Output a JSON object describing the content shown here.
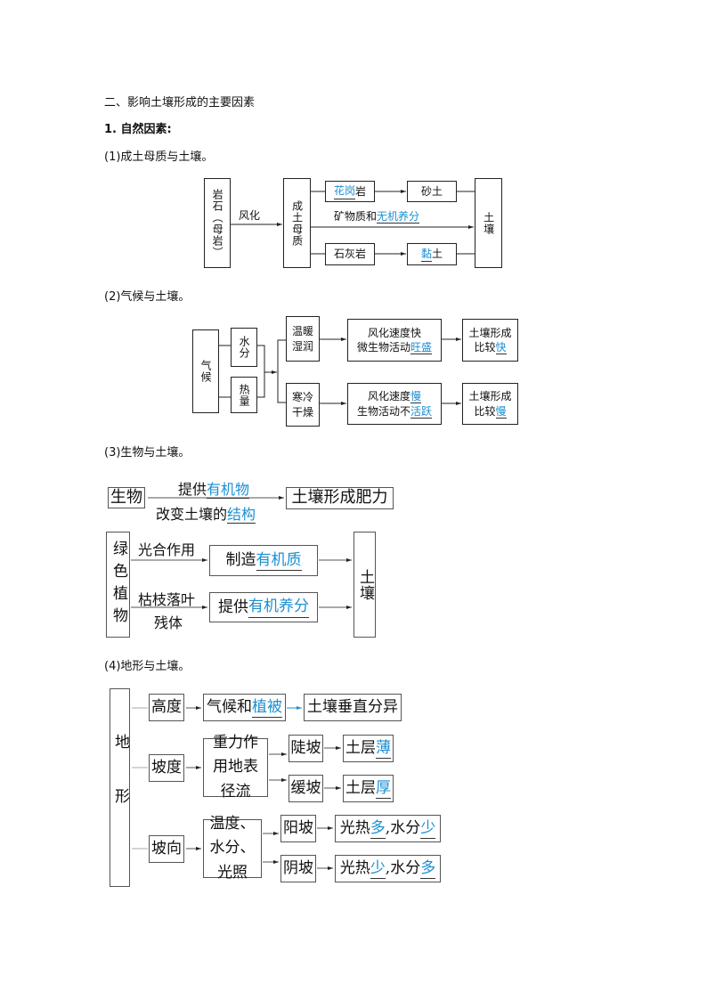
{
  "heading": "二、影响土壤形成的主要因素",
  "subheading": "1. 自然因素:",
  "s1": {
    "title": "(1)成土母质与土壤。",
    "rock": "岩石（母岩）",
    "weathering": "风化",
    "parent": "成土母质",
    "granite_blue": "花岗",
    "granite_rest": "岩",
    "sandy": "砂土",
    "mineral_plain": "矿物质和",
    "mineral_blue": "无机养分",
    "limestone": "石灰岩",
    "clay_blue": "黏",
    "clay_rest": "土",
    "soil": "土壤"
  },
  "s2": {
    "title": "(2)气候与土壤。",
    "climate": "气候",
    "water": "水分",
    "heat": "热量",
    "warm": "温暖湿润",
    "cold": "寒冷干燥",
    "w1": "风化速度快",
    "w2_plain": "微生物活动",
    "w2_blue": "旺盛",
    "c1_plain": "风化速度",
    "c1_blue": "慢",
    "c2_plain": "生物活动不",
    "c2_blue": "活跃",
    "r1_line1": "土壤形成",
    "r1_plain": "比较",
    "r1_blue": "快",
    "r2_line1": "土壤形成",
    "r2_plain": "比较",
    "r2_blue": "慢"
  },
  "s3": {
    "title": "(3)生物与土壤。",
    "organism": "生物",
    "provide_plain": "提供",
    "provide_blue": "有机物",
    "change_plain": "改变土壤的",
    "change_blue": "结构",
    "fertility": "土壤形成肥力",
    "green": "绿色植物",
    "photo": "光合作用",
    "make_plain": "制造",
    "make_blue": "有机质",
    "litter": "枯枝落叶",
    "residue": "残体",
    "nut_plain": "提供",
    "nut_blue": "有机养分",
    "soil": "土壤"
  },
  "s4": {
    "title": "(4)地形与土壤。",
    "terrain": "地形",
    "height": "高度",
    "clim_plain": "气候和",
    "clim_blue": "植被",
    "vertical": "土壤垂直分异",
    "slope": "坡度",
    "gravity": "重力作用地表径流",
    "steep": "陡坡",
    "gentle": "缓坡",
    "thin_plain": "土层",
    "thin_blue": "薄",
    "thick_plain": "土层",
    "thick_blue": "厚",
    "aspect": "坡向",
    "factors": "温度、水分、光照",
    "sunny": "阳坡",
    "shady": "阴坡",
    "sun_a": "光热",
    "sun_b": "多",
    "sun_c": ",水分",
    "sun_d": "少",
    "shade_a": "光热",
    "shade_b": "少",
    "shade_c": ",水分",
    "shade_d": "多"
  }
}
